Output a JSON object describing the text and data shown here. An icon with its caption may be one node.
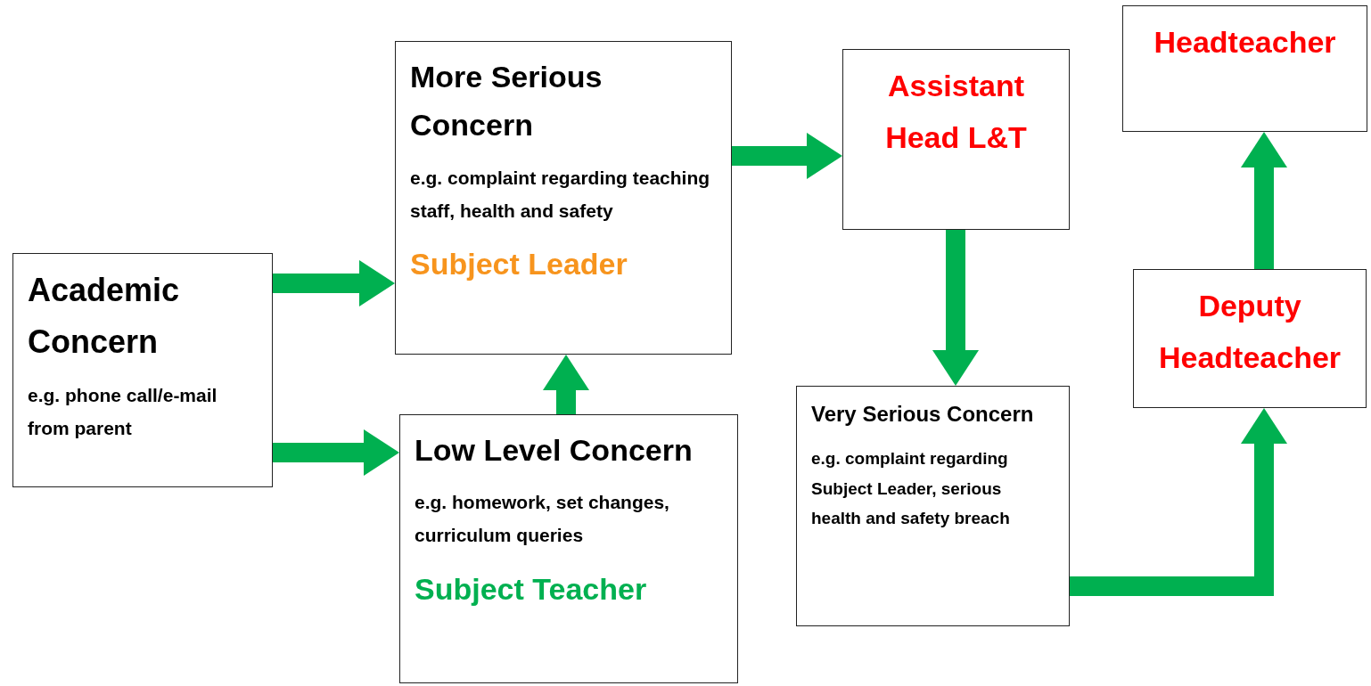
{
  "diagram": {
    "nodes": [
      {
        "text": [
          "Academic Concern",
          "e.g. phone call/e-mail from parent"
        ]
      },
      {
        "text": [
          "More Serious Concern",
          "e.g. complaint regarding teaching staff, health and safety",
          "Subject Leader"
        ]
      },
      {
        "text": [
          "Low Level Concern",
          "e.g. homework, set changes, curriculum queries",
          "Subject Teacher"
        ]
      },
      {
        "text": [
          "Assistant Head L&T"
        ]
      },
      {
        "text": [
          "Very Serious Concern",
          "e.g. complaint regarding Subject Leader, serious health and safety breach"
        ]
      },
      {
        "text": [
          "Deputy Headteacher"
        ]
      },
      {
        "text": [
          "Headteacher"
        ]
      }
    ],
    "edges": [
      {
        "from": 0,
        "to": 1,
        "arrow": "to"
      },
      {
        "from": 0,
        "to": 2,
        "arrow": "to"
      },
      {
        "from": 2,
        "to": 1,
        "arrow": "to"
      },
      {
        "from": 1,
        "to": 3,
        "arrow": "to"
      },
      {
        "from": 3,
        "to": 4,
        "arrow": "to"
      },
      {
        "from": 4,
        "to": 5,
        "arrow": "to"
      },
      {
        "from": 5,
        "to": 6,
        "arrow": "to"
      }
    ]
  }
}
